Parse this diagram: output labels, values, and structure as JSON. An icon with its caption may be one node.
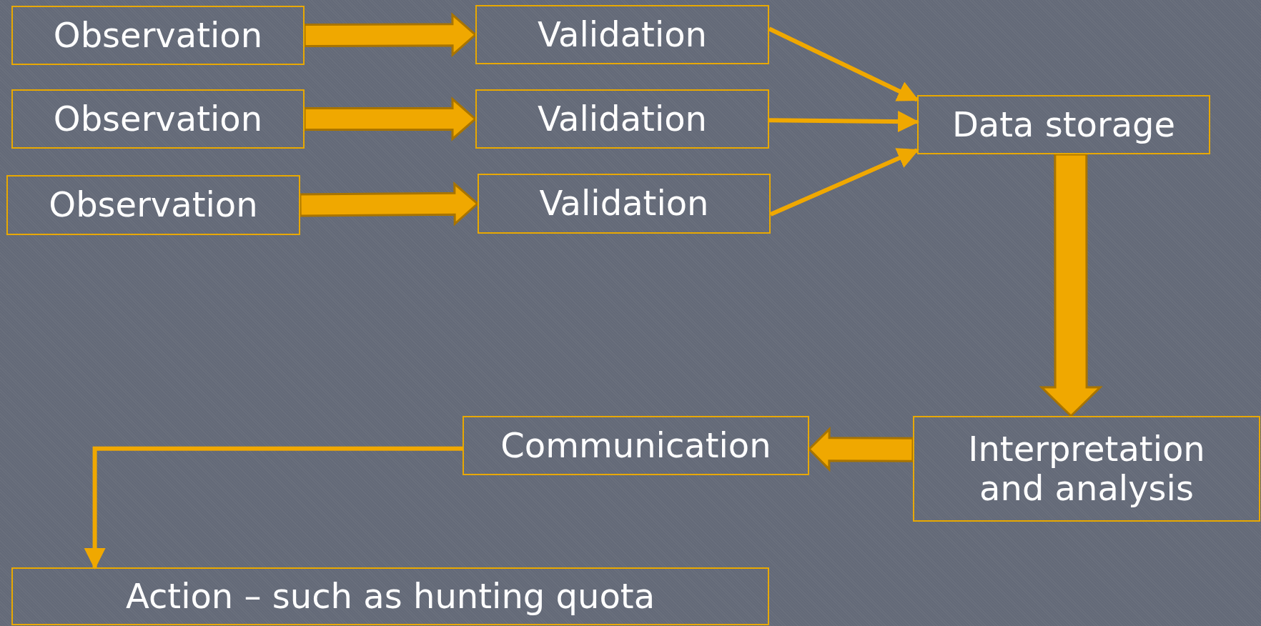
{
  "diagram": {
    "nodes": [
      {
        "text": [
          "Observation"
        ]
      },
      {
        "text": [
          "Observation"
        ]
      },
      {
        "text": [
          "Observation"
        ]
      },
      {
        "text": [
          "Validation"
        ]
      },
      {
        "text": [
          "Validation"
        ]
      },
      {
        "text": [
          "Validation"
        ]
      },
      {
        "text": [
          "Data storage"
        ]
      },
      {
        "text": [
          "Interpretation and analysis"
        ]
      },
      {
        "text": [
          "Communication"
        ]
      },
      {
        "text": [
          "Action – such as hunting quota"
        ]
      }
    ],
    "edges": [
      {
        "from": 0,
        "to": 3,
        "arrow": "to",
        "style": "thick"
      },
      {
        "from": 1,
        "to": 4,
        "arrow": "to",
        "style": "thick"
      },
      {
        "from": 2,
        "to": 5,
        "arrow": "to",
        "style": "thick"
      },
      {
        "from": 3,
        "to": 6,
        "arrow": "to"
      },
      {
        "from": 4,
        "to": 6,
        "arrow": "to"
      },
      {
        "from": 5,
        "to": 6,
        "arrow": "to"
      },
      {
        "from": 6,
        "to": 7,
        "arrow": "to",
        "style": "thick"
      },
      {
        "from": 7,
        "to": 8,
        "arrow": "to",
        "style": "thick"
      },
      {
        "from": 8,
        "to": 9,
        "arrow": "to"
      }
    ]
  }
}
